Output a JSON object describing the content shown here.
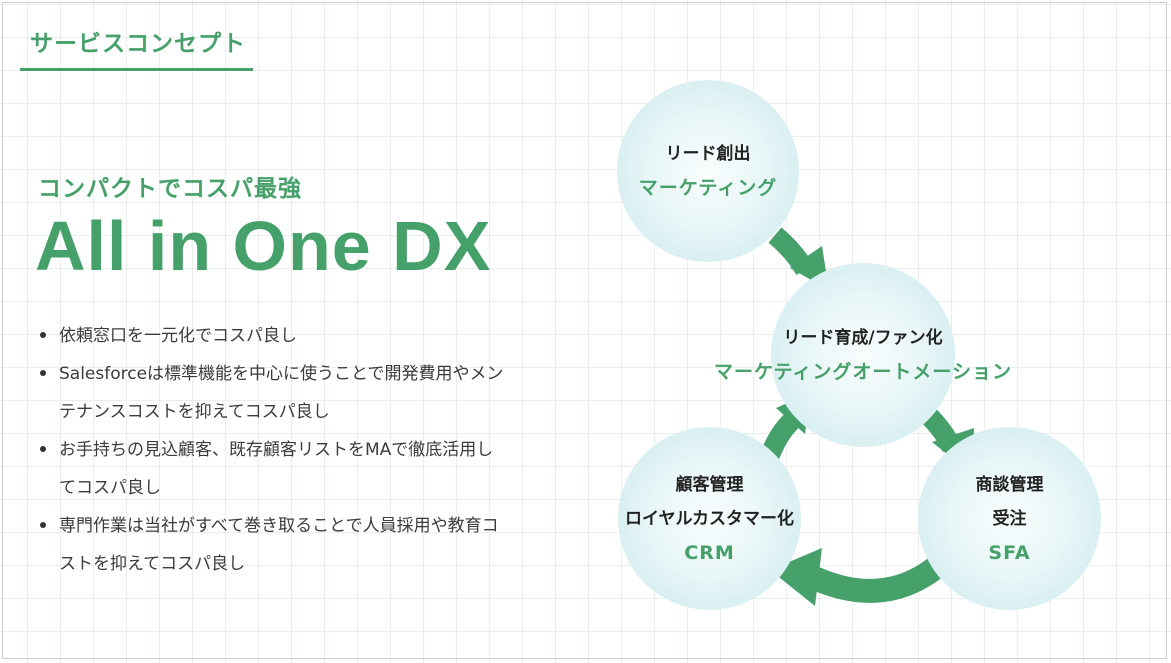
{
  "header": {
    "section_title": "サービスコンセプト"
  },
  "hero": {
    "subtitle": "コンパクトでコスパ最強",
    "title": "All in One DX"
  },
  "bullets": [
    "依頼窓口を一元化でコスパ良し",
    "Salesforceは標準機能を中心に使うことで開発費用やメンテナンスコストを抑えてコスパ良し",
    "お手持ちの見込顧客、既存顧客リストをMAで徹底活用してコスパ良し",
    "専門作業は当社がすべて巻き取ることで人員採用や教育コストを抑えてコスパ良し"
  ],
  "diagram": {
    "nodes": {
      "lead": {
        "line1": "リード創出",
        "line2": "マーケティング"
      },
      "nurture": {
        "line1": "リード育成/ファン化",
        "line2": "マーケティングオートメーション"
      },
      "sfa": {
        "line1": "商談管理",
        "line2": "受注",
        "line3": "SFA"
      },
      "crm": {
        "line1": "顧客管理",
        "line2": "ロイヤルカスタマー化",
        "line3": "CRM"
      }
    }
  },
  "colors": {
    "accent": "#45a06a",
    "arrow": "#45a06a",
    "circle_center": "#f9fdfd",
    "circle_edge": "#c8e7eb",
    "text": "#3b3b3b"
  }
}
